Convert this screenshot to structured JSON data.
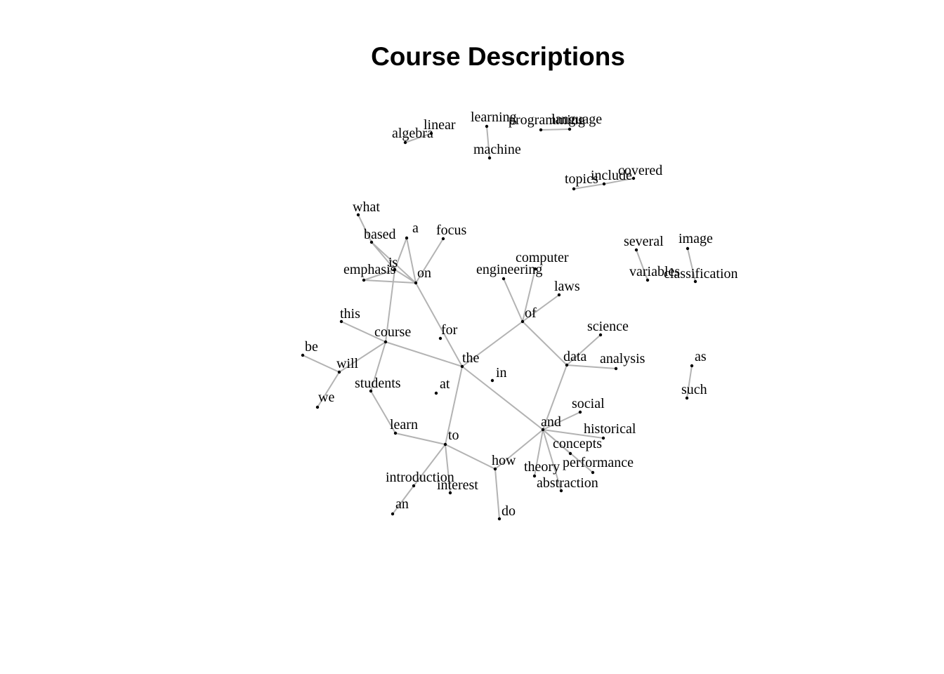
{
  "title": "Course Descriptions",
  "colors": {
    "edge": "#b3b3b3",
    "node": "#000000",
    "background": "#ffffff"
  },
  "nodes": [
    {
      "id": "algebra",
      "label": "algebra"
    },
    {
      "id": "linear",
      "label": "linear"
    },
    {
      "id": "learning",
      "label": "learning"
    },
    {
      "id": "machine",
      "label": "machine"
    },
    {
      "id": "programming",
      "label": "programming"
    },
    {
      "id": "language",
      "label": "language"
    },
    {
      "id": "topics",
      "label": "topics"
    },
    {
      "id": "include",
      "label": "include"
    },
    {
      "id": "covered",
      "label": "covered"
    },
    {
      "id": "what",
      "label": "what"
    },
    {
      "id": "based",
      "label": "based"
    },
    {
      "id": "a",
      "label": "a"
    },
    {
      "id": "focus",
      "label": "focus"
    },
    {
      "id": "is",
      "label": "is"
    },
    {
      "id": "emphasis",
      "label": "emphasis"
    },
    {
      "id": "on",
      "label": "on"
    },
    {
      "id": "computer",
      "label": "computer"
    },
    {
      "id": "engineering",
      "label": "engineering"
    },
    {
      "id": "laws",
      "label": "laws"
    },
    {
      "id": "of",
      "label": "of"
    },
    {
      "id": "several",
      "label": "several"
    },
    {
      "id": "variables",
      "label": "variables"
    },
    {
      "id": "image",
      "label": "image"
    },
    {
      "id": "classification",
      "label": "classification"
    },
    {
      "id": "this",
      "label": "this"
    },
    {
      "id": "course",
      "label": "course"
    },
    {
      "id": "for",
      "label": "for"
    },
    {
      "id": "science",
      "label": "science"
    },
    {
      "id": "be",
      "label": "be"
    },
    {
      "id": "will",
      "label": "will"
    },
    {
      "id": "the",
      "label": "the"
    },
    {
      "id": "data",
      "label": "data"
    },
    {
      "id": "analysis",
      "label": "analysis"
    },
    {
      "id": "as",
      "label": "as"
    },
    {
      "id": "in",
      "label": "in"
    },
    {
      "id": "students",
      "label": "students"
    },
    {
      "id": "at",
      "label": "at"
    },
    {
      "id": "such",
      "label": "such"
    },
    {
      "id": "we",
      "label": "we"
    },
    {
      "id": "social",
      "label": "social"
    },
    {
      "id": "and",
      "label": "and"
    },
    {
      "id": "learn",
      "label": "learn"
    },
    {
      "id": "historical",
      "label": "historical"
    },
    {
      "id": "to",
      "label": "to"
    },
    {
      "id": "concepts",
      "label": "concepts"
    },
    {
      "id": "how",
      "label": "how"
    },
    {
      "id": "performance",
      "label": "performance"
    },
    {
      "id": "theory",
      "label": "theory"
    },
    {
      "id": "introduction",
      "label": "introduction"
    },
    {
      "id": "interest",
      "label": "interest"
    },
    {
      "id": "abstraction",
      "label": "abstraction"
    },
    {
      "id": "an",
      "label": "an"
    },
    {
      "id": "do",
      "label": "do"
    }
  ],
  "edges": [
    [
      "algebra",
      "linear"
    ],
    [
      "learning",
      "machine"
    ],
    [
      "programming",
      "language"
    ],
    [
      "topics",
      "include"
    ],
    [
      "include",
      "covered"
    ],
    [
      "what",
      "based"
    ],
    [
      "based",
      "is"
    ],
    [
      "based",
      "on"
    ],
    [
      "a",
      "is"
    ],
    [
      "a",
      "on"
    ],
    [
      "focus",
      "on"
    ],
    [
      "is",
      "on"
    ],
    [
      "is",
      "course"
    ],
    [
      "emphasis",
      "is"
    ],
    [
      "emphasis",
      "on"
    ],
    [
      "on",
      "the"
    ],
    [
      "computer",
      "of"
    ],
    [
      "engineering",
      "of"
    ],
    [
      "laws",
      "of"
    ],
    [
      "of",
      "the"
    ],
    [
      "of",
      "data"
    ],
    [
      "several",
      "variables"
    ],
    [
      "image",
      "classification"
    ],
    [
      "this",
      "course"
    ],
    [
      "course",
      "the"
    ],
    [
      "course",
      "will"
    ],
    [
      "course",
      "students"
    ],
    [
      "be",
      "will"
    ],
    [
      "will",
      "we"
    ],
    [
      "students",
      "learn"
    ],
    [
      "science",
      "data"
    ],
    [
      "data",
      "analysis"
    ],
    [
      "data",
      "and"
    ],
    [
      "the",
      "and"
    ],
    [
      "the",
      "to"
    ],
    [
      "as",
      "such"
    ],
    [
      "learn",
      "to"
    ],
    [
      "to",
      "how"
    ],
    [
      "to",
      "introduction"
    ],
    [
      "to",
      "interest"
    ],
    [
      "introduction",
      "an"
    ],
    [
      "how",
      "and"
    ],
    [
      "how",
      "do"
    ],
    [
      "and",
      "social"
    ],
    [
      "and",
      "historical"
    ],
    [
      "and",
      "concepts"
    ],
    [
      "and",
      "performance"
    ],
    [
      "and",
      "theory"
    ],
    [
      "and",
      "abstraction"
    ]
  ]
}
